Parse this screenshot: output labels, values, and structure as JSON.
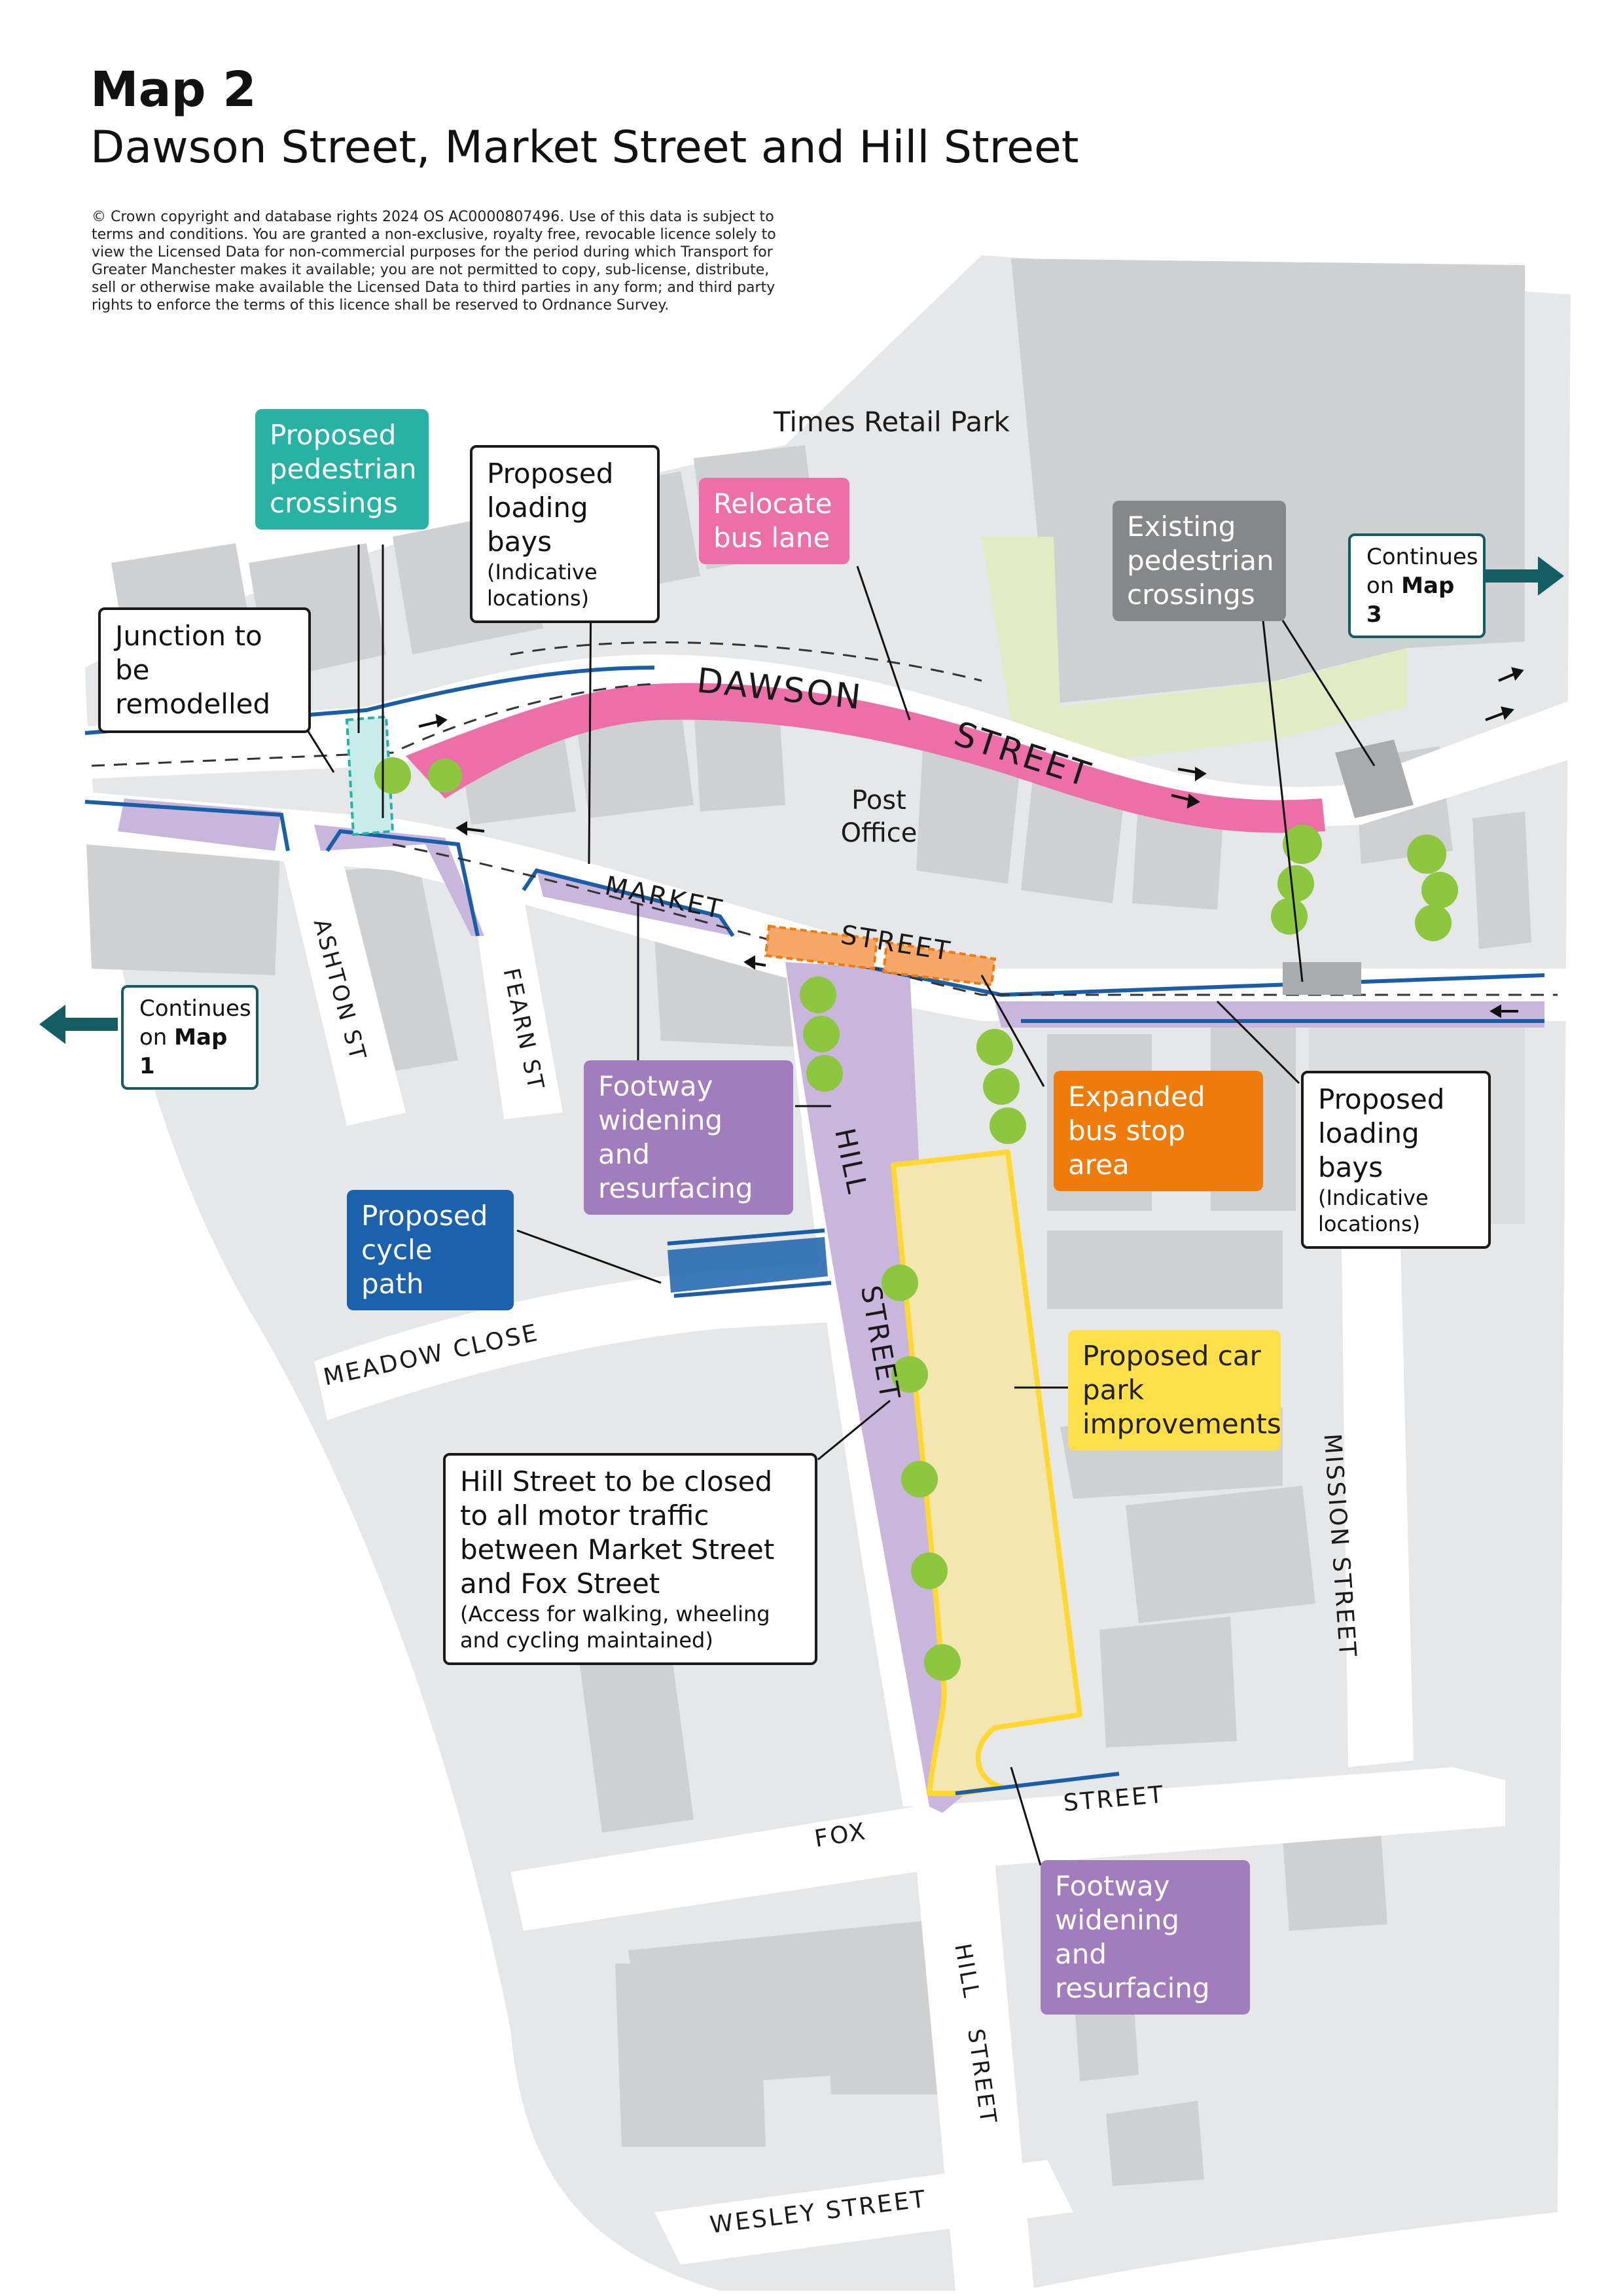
{
  "title": {
    "map_number": "Map 2",
    "subtitle": "Dawson Street, Market Street and Hill Street"
  },
  "copyright": "© Crown copyright and database rights 2024 OS AC0000807496. Use of this data is subject to terms and conditions. You are granted a non-exclusive, royalty free, revocable licence solely to view the Licensed Data for non-commercial purposes for the period during which Transport for Greater Manchester makes it available; you are not permitted to copy, sub-license, distribute, sell or otherwise make available the Licensed Data to third parties in any form; and third party rights to enforce the terms of this licence shall be reserved to Ordnance Survey.",
  "colors": {
    "building": "#cfd0d2",
    "ground": "#e6e7e8",
    "road": "#ffffff",
    "kerb": "#1b5ea8",
    "bus_lane": "#ec6fa7",
    "footway": "#c9b6dd",
    "car_park": "#f4e6b1",
    "car_park_border": "#ffd932",
    "green_space": "#e3ebc5",
    "tree": "#8dc63f",
    "arrow_teal": "#135d63"
  },
  "labels": {
    "ped_crossings": "Proposed pedestrian crossings",
    "loading_bays_top_main": "Proposed loading bays",
    "loading_bays_top_small": "(Indicative locations)",
    "relocate_bus_lane": "Relocate bus lane",
    "existing_crossings": "Existing pedestrian crossings",
    "junction": "Junction to be remodelled",
    "footway_hill": "Footway widening and resurfacing",
    "expanded_bus_stop": "Expanded bus stop area",
    "loading_bays_right_main": "Proposed loading bays",
    "loading_bays_right_small": "(Indicative locations)",
    "cycle_path": "Proposed cycle path",
    "car_park": "Proposed car park improvements",
    "hill_closure_main": "Hill Street to be closed to all motor traffic between Market Street and Fox Street",
    "hill_closure_small": "(Access for walking, wheeling and cycling maintained)",
    "footway_fox": "Footway widening and resurfacing"
  },
  "continues": {
    "right_prefix": "Continues on",
    "right_map": "Map 3",
    "left_prefix": "Continues on",
    "left_map": "Map 1"
  },
  "places": {
    "retail_park": "Times Retail Park",
    "post_office": "Post Office"
  },
  "streets": {
    "dawson_1": "DAWSON",
    "dawson_2": "STREET",
    "market_1": "MARKET",
    "market_2": "STREET",
    "ashton": "ASHTON ST",
    "fearn": "FEARN ST",
    "hill_1": "HILL",
    "hill_2": "STREET",
    "meadow": "MEADOW CLOSE",
    "mission": "MISSION STREET",
    "fox_1": "FOX",
    "fox_2": "STREET",
    "hill_lower_1": "HILL",
    "hill_lower_2": "STREET",
    "wesley": "WESLEY STREET"
  }
}
